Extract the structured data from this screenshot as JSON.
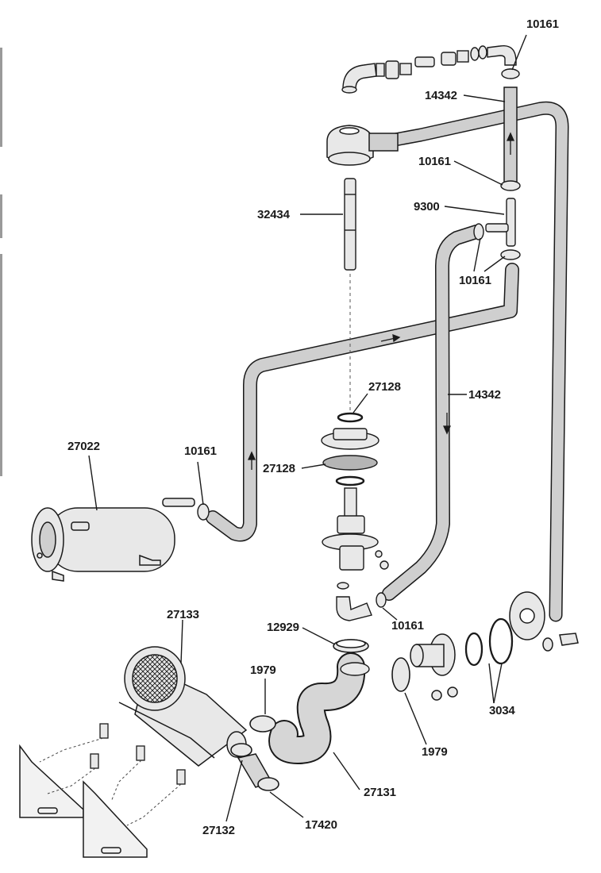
{
  "diagram": {
    "type": "exploded-parts-diagram",
    "subject": "engine cooling water plumbing assembly",
    "colors": {
      "line": "#1a1a1a",
      "hose_fill": "#c9c9c9",
      "part_fill": "#e8e8e8",
      "background": "#ffffff"
    },
    "parts": [
      {
        "id": "p-10161-top",
        "label": "10161"
      },
      {
        "id": "p-14342-top",
        "label": "14342"
      },
      {
        "id": "p-10161-mid",
        "label": "10161"
      },
      {
        "id": "p-9300",
        "label": "9300"
      },
      {
        "id": "p-32434",
        "label": "32434"
      },
      {
        "id": "p-10161-tee",
        "label": "10161"
      },
      {
        "id": "p-27128-upper",
        "label": "27128"
      },
      {
        "id": "p-14342-right",
        "label": "14342"
      },
      {
        "id": "p-27022",
        "label": "27022"
      },
      {
        "id": "p-10161-left",
        "label": "10161"
      },
      {
        "id": "p-27128-lower",
        "label": "27128"
      },
      {
        "id": "p-27133",
        "label": "27133"
      },
      {
        "id": "p-12929",
        "label": "12929"
      },
      {
        "id": "p-10161-bottom",
        "label": "10161"
      },
      {
        "id": "p-1979-left",
        "label": "1979"
      },
      {
        "id": "p-3034",
        "label": "3034"
      },
      {
        "id": "p-1979-right",
        "label": "1979"
      },
      {
        "id": "p-27131",
        "label": "27131"
      },
      {
        "id": "p-27132",
        "label": "27132"
      },
      {
        "id": "p-17420",
        "label": "17420"
      }
    ]
  }
}
